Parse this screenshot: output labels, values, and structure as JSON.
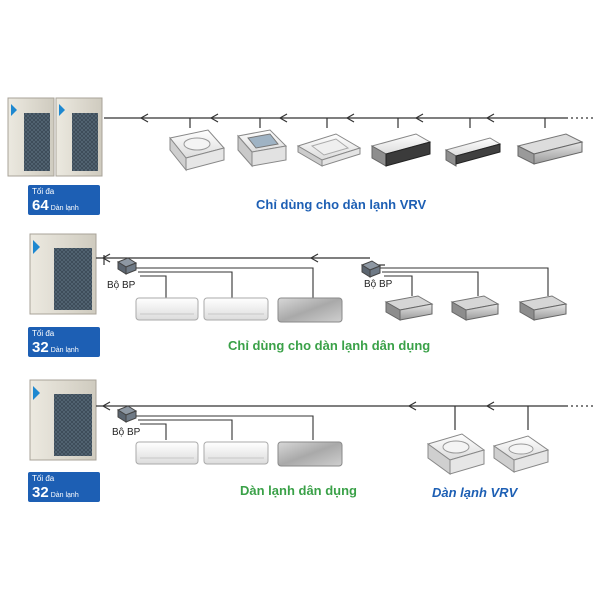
{
  "colors": {
    "vrv_text": "#1d5fb4",
    "residential_text": "#3aa148",
    "badge_bg": "#1d5fb4",
    "pipe": "#333333",
    "outdoor_unit": "#d9d6cc",
    "brand_logo": "#1e88d0"
  },
  "rows": [
    {
      "badge": {
        "top": "Tối đa",
        "number": "64",
        "unit": "Dàn lạnh"
      },
      "caption": "Chỉ dùng cho dàn lạnh VRV",
      "indoor_units": [
        "cassette-round-flow",
        "cassette-compact",
        "cassette-4way",
        "ceiling-suspended",
        "ceiling-suspended-slim",
        "ducted"
      ]
    },
    {
      "badge": {
        "top": "Tối đa",
        "number": "32",
        "unit": "Dàn lạnh"
      },
      "caption": "Chỉ dùng cho dàn lạnh dân dụng",
      "bp_labels": [
        "Bộ BP",
        "Bộ BP"
      ],
      "indoor_units": [
        "wall-mounted",
        "wall-mounted",
        "wall-mounted-silver",
        "ducted-slim",
        "ducted-slim",
        "ducted-slim"
      ]
    },
    {
      "badge": {
        "top": "Tối đa",
        "number": "32",
        "unit": "Dàn lạnh"
      },
      "captions": {
        "residential": "Dàn lạnh dân dụng",
        "vrv": "Dàn lạnh VRV"
      },
      "bp_labels": [
        "Bộ BP"
      ],
      "indoor_units": [
        "wall-mounted",
        "wall-mounted",
        "wall-mounted-silver",
        "cassette-round-flow",
        "cassette-round-flow"
      ]
    }
  ]
}
